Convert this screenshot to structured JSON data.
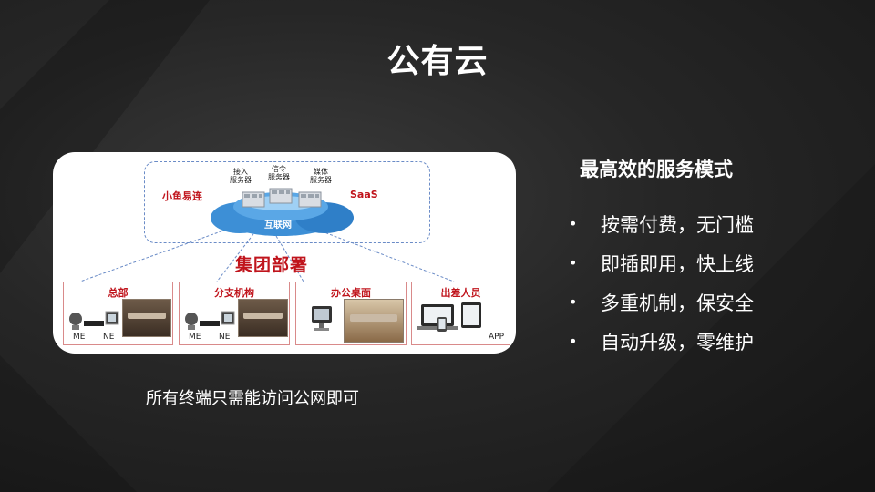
{
  "slide": {
    "title": "公有云",
    "caption": "所有终端只需能访问公网即可",
    "sub_title": "最高效的服务模式",
    "bullets": [
      "按需付费，无门槛",
      "即插即用，快上线",
      "多重机制，保安全",
      "自动升级，零维护"
    ]
  },
  "diagram": {
    "cloud_left_label": "小鱼易连",
    "cloud_right_label": "SaaS",
    "cloud_center_label": "互联网",
    "servers": [
      {
        "line1": "接入",
        "line2": "服务器"
      },
      {
        "line1": "信令",
        "line2": "服务器"
      },
      {
        "line1": "媒体",
        "line2": "服务器"
      }
    ],
    "group_title": "集团部署",
    "sites": [
      {
        "title": "总部",
        "devices": [
          "ME",
          "NE"
        ]
      },
      {
        "title": "分支机构",
        "devices": [
          "ME",
          "NE"
        ]
      },
      {
        "title": "办公桌面",
        "devices": []
      },
      {
        "title": "出差人员",
        "devices": [
          "APP"
        ]
      }
    ]
  },
  "colors": {
    "accent_red": "#c0141c",
    "dashed_blue": "#6b8cc7",
    "cloud_blue": "#3d8fd6"
  }
}
